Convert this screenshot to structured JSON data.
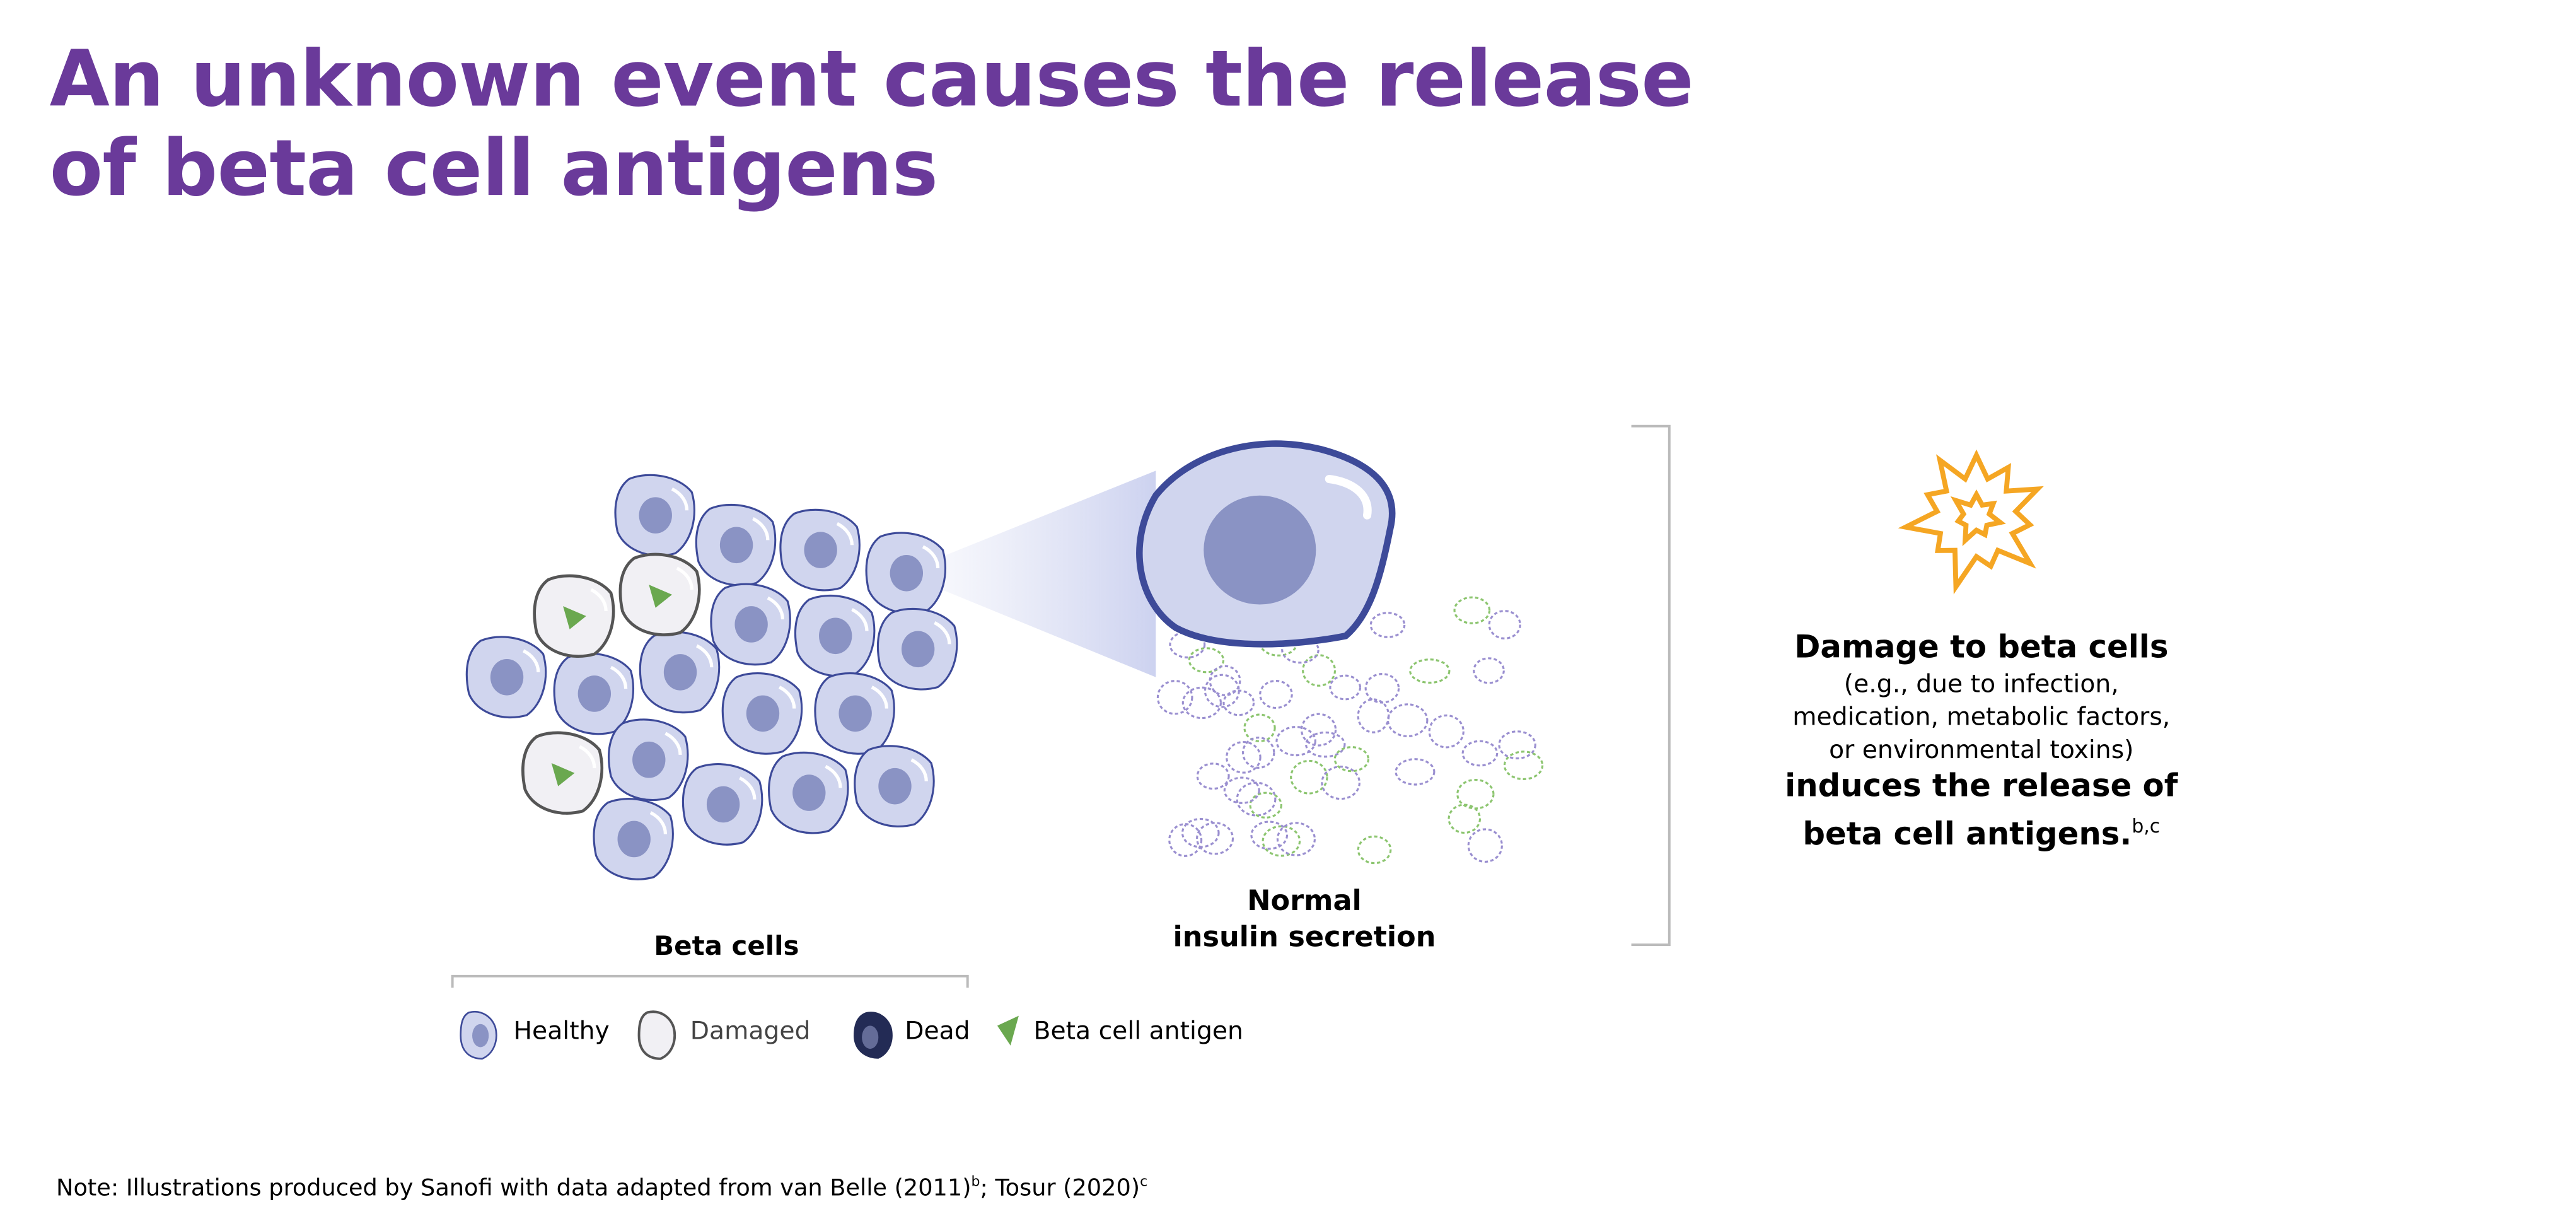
{
  "title": {
    "line1": "An unknown event causes the release",
    "line2": "of beta cell antigens"
  },
  "labels": {
    "beta_cells": "Beta cells",
    "normal_line1": "Normal",
    "normal_line2": "insulin secretion"
  },
  "description": {
    "heading": "Damage to beta cells",
    "detail_line1": "(e.g., due to infection,",
    "detail_line2": "medication, metabolic factors,",
    "detail_line3": "or environmental toxins)",
    "conclusion_line1": "induces the release of",
    "conclusion_line2": "beta cell antigens.",
    "conclusion_sup": "b,c"
  },
  "legend": {
    "healthy": "Healthy",
    "damaged": "Damaged",
    "dead": "Dead",
    "antigen": "Beta cell antigen"
  },
  "note": {
    "text": "Note: Illustrations produced by Sanofi with data adapted from van Belle (2011)",
    "sup1": "b",
    "mid": "; Tosur (2020)",
    "sup2": "c"
  },
  "colors": {
    "title": "#6a3a9a",
    "cell_fill": "#d0d5ee",
    "cell_stroke": "#3d4a99",
    "nucleus": "#8a93c4",
    "damaged_stroke": "#555",
    "dead": "#232b55",
    "antigen": "#6aa84f",
    "burst": "#f5a623"
  }
}
